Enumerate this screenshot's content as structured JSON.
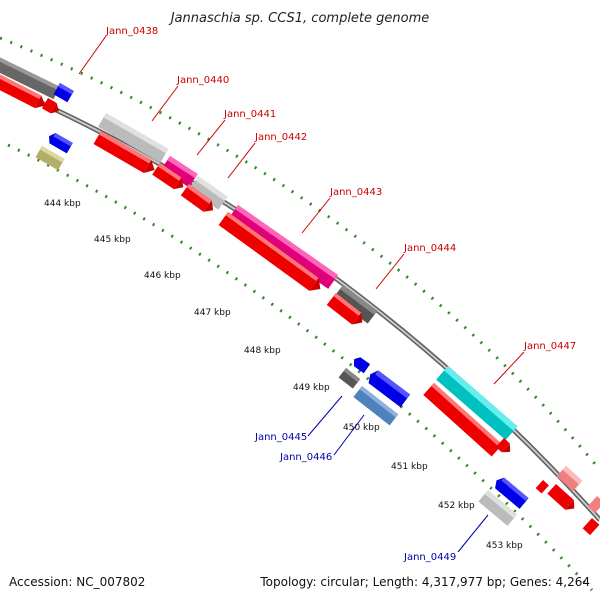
{
  "title": "Jannaschia sp. CCS1, complete genome",
  "accession": "Accession: NC_007802",
  "topology": "Topology: circular; Length: 4,317,977 bp; Genes: 4,264",
  "colors": {
    "backbone": "#8c8c8c",
    "tick": "#2e8b22",
    "cds": "#ff0000",
    "label_top": "#cc0000",
    "label_bottom": "#0000aa"
  },
  "kbp_labels": [
    "444 kbp",
    "445 kbp",
    "446 kbp",
    "447 kbp",
    "448 kbp",
    "449 kbp",
    "450 kbp",
    "451 kbp",
    "452 kbp",
    "453 kbp"
  ],
  "top_labels": [
    "Jann_0438",
    "Jann_0440",
    "Jann_0441",
    "Jann_0442",
    "Jann_0443",
    "Jann_0444",
    "Jann_0447"
  ],
  "bottom_labels": [
    "Jann_0445",
    "Jann_0446",
    "Jann_0449"
  ]
}
